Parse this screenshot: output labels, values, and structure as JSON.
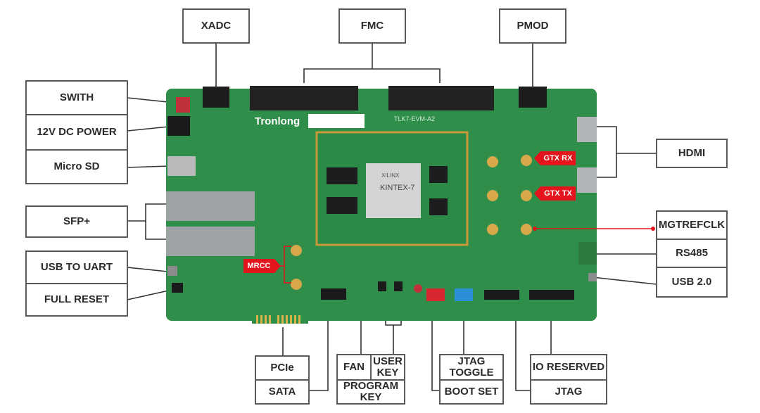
{
  "board": {
    "brand": "Tronlong",
    "model": "TLK7-EVM-A2",
    "chip_brand": "XILINX",
    "chip_name": "KINTEX-7"
  },
  "labels": {
    "xadc": "XADC",
    "fmc": "FMC",
    "pmod": "PMOD",
    "switch": "SWITH",
    "power": "12V DC POWER",
    "microsd": "Micro SD",
    "sfp": "SFP+",
    "usb_uart": "USB TO UART",
    "full_reset": "FULL RESET",
    "hdmi": "HDMI",
    "mgtrefclk": "MGTREFCLK",
    "rs485": "RS485",
    "usb2": "USB 2.0",
    "pcie": "PCIe",
    "sata": "SATA",
    "fan": "FAN",
    "user_key": "USER KEY",
    "program_key": "PROGRAM KEY",
    "jtag_toggle": "JTAG TOGGLE",
    "boot_set": "BOOT SET",
    "io_reserved": "IO RESERVED",
    "jtag": "JTAG"
  },
  "tags": {
    "gtx_rx": "GTX RX",
    "gtx_tx": "GTX TX",
    "mrcc": "MRCC"
  },
  "colors": {
    "pcb": "#2f8f4a",
    "tag": "#e3141b",
    "border": "#5a5a5a"
  }
}
